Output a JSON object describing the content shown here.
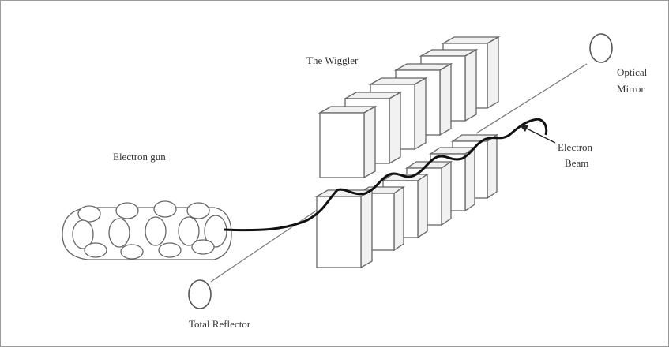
{
  "diagram": {
    "labels": {
      "undulator": "The Wiggler",
      "electron_gun": "Electron gun",
      "optical_mirror_line1": "Optical",
      "optical_mirror_line2": "Mirror",
      "electron_beam_line1": "Electron",
      "electron_beam_line2": "Beam",
      "total_reflector": "Total Reflector"
    }
  }
}
